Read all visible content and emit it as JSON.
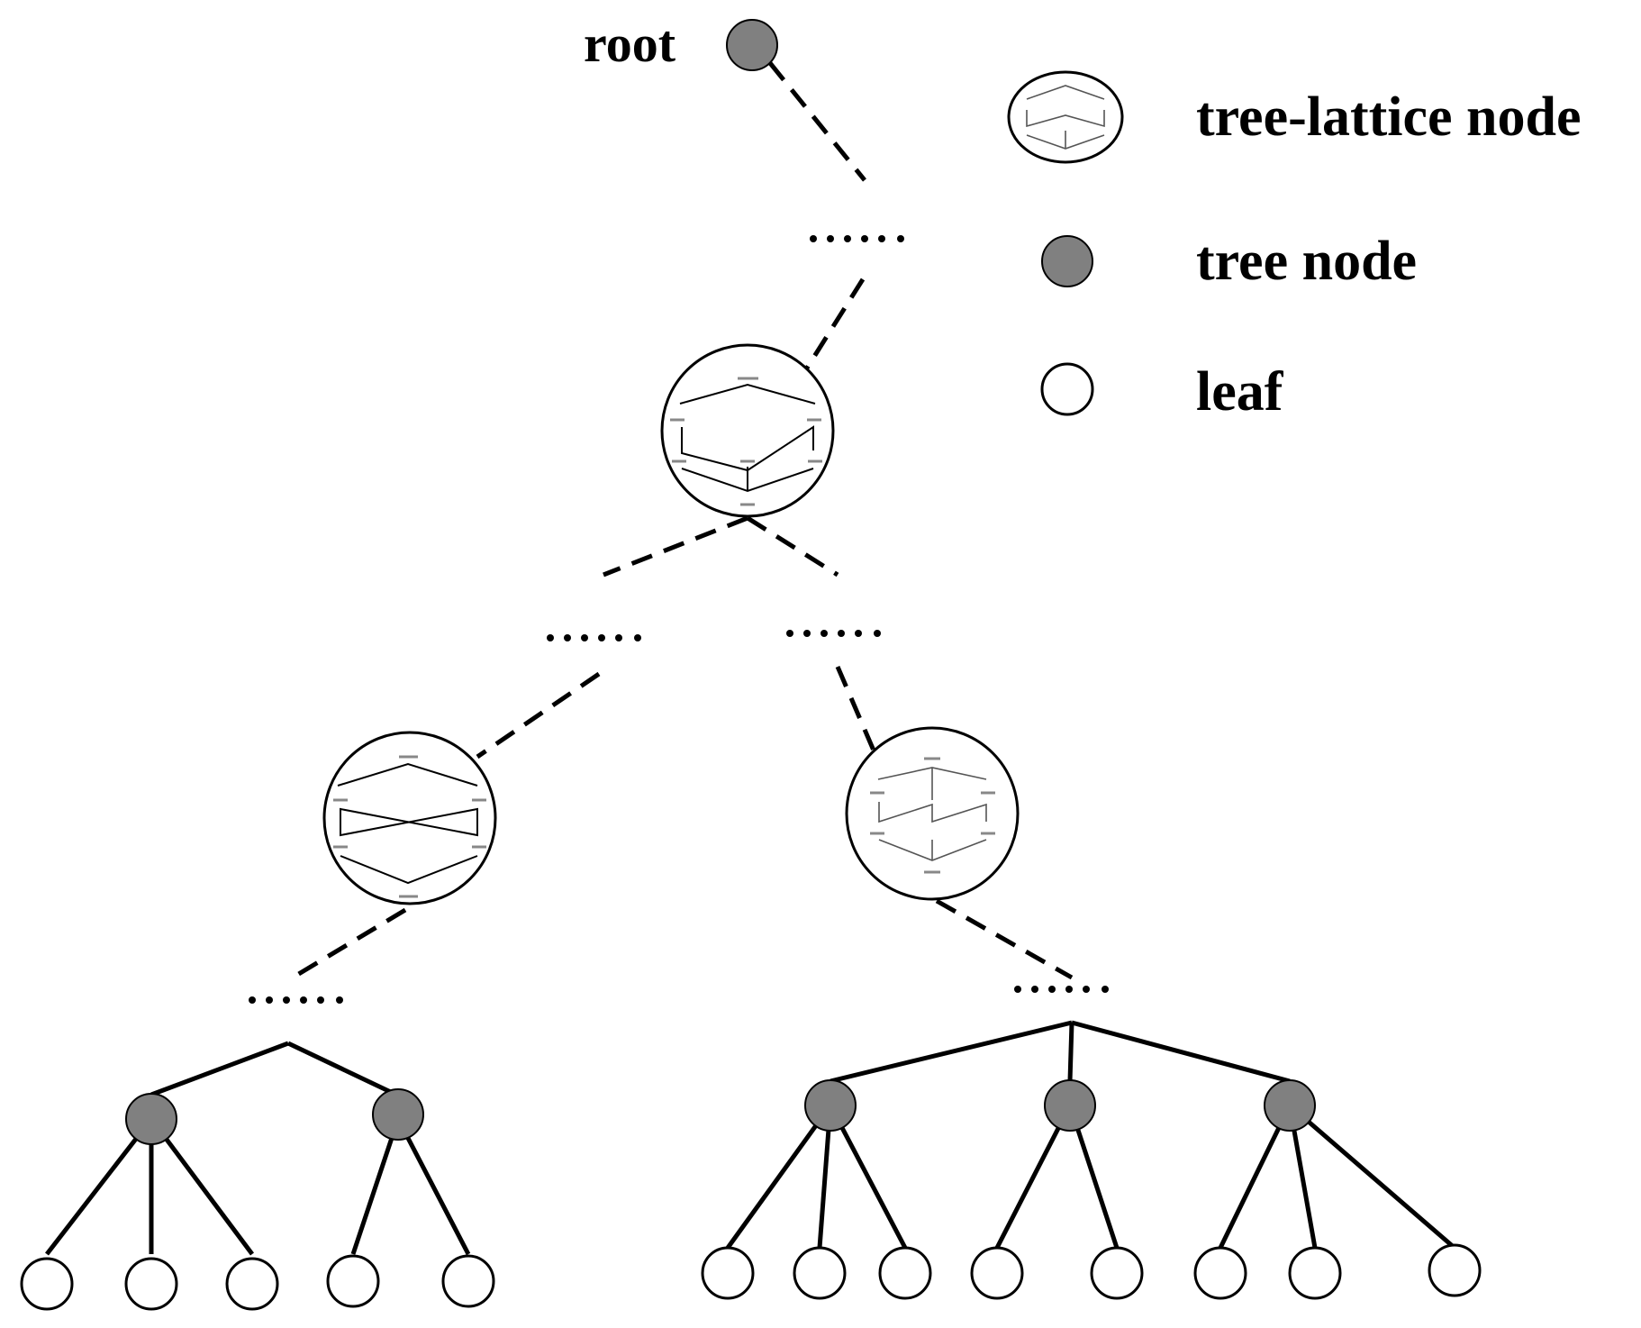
{
  "root_label": "root",
  "legend": {
    "items": [
      {
        "label": "tree-lattice node",
        "symbol": "tree-lattice-icon"
      },
      {
        "label": "tree node",
        "symbol": "tree-node-icon"
      },
      {
        "label": "leaf",
        "symbol": "leaf-icon"
      }
    ]
  },
  "colors": {
    "tree_node_fill": "#808080",
    "leaf_fill": "#ffffff",
    "stroke": "#000000"
  }
}
